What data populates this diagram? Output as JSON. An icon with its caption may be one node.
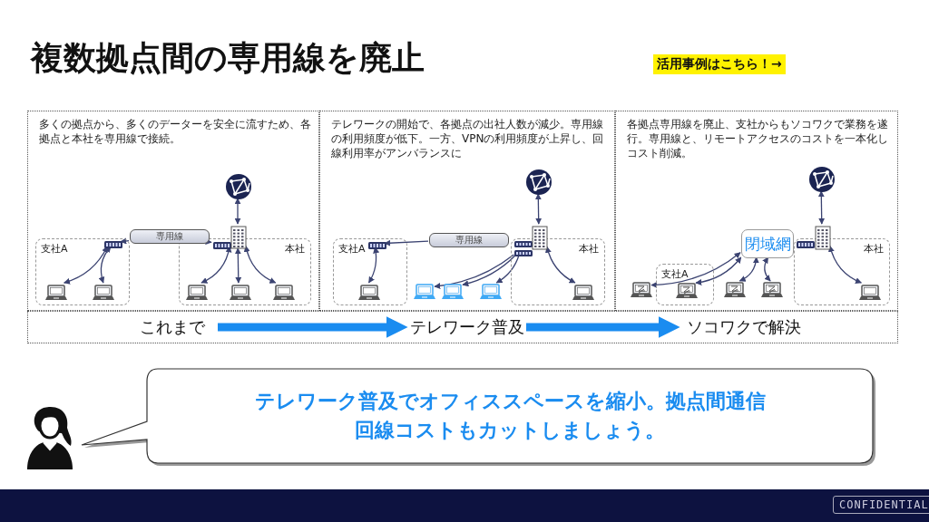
{
  "diagram": {
    "title": "複数拠点間の専用線を廃止",
    "nodes": [
      {
        "text": [
          "多くの拠点から、多くのデーターを安全に流すため、各拠点と本社を専用線で接続。"
        ]
      },
      {
        "text": [
          "支社A"
        ],
        "in": 0
      },
      {
        "text": [
          "本社"
        ],
        "in": 0
      },
      {
        "text": [],
        "shape": "picture",
        "in": 0
      },
      {
        "text": [],
        "shape": "picture",
        "in": 0
      },
      {
        "text": [
          "専用線"
        ],
        "in": 0
      },
      {
        "text": [],
        "shape": "picture",
        "in": 1
      },
      {
        "text": [],
        "shape": "picture",
        "in": 2
      },
      {
        "text": [],
        "shape": "picture",
        "in": 1
      },
      {
        "text": [],
        "shape": "picture",
        "in": 1
      },
      {
        "text": [],
        "shape": "picture",
        "in": 2
      },
      {
        "text": [],
        "shape": "picture",
        "in": 2
      },
      {
        "text": [],
        "shape": "picture",
        "in": 2
      },
      {
        "text": [
          "テレワークの開始で、各拠点の出社人数が減少。専用線の利用頻度が低下。一方、VPNの利用頻度が上昇し、回線利用率がアンバランスに"
        ]
      },
      {
        "text": [
          "支社A"
        ],
        "in": 13
      },
      {
        "text": [
          "本社"
        ],
        "in": 13
      },
      {
        "text": [],
        "shape": "picture",
        "in": 13
      },
      {
        "text": [],
        "shape": "picture",
        "in": 13
      },
      {
        "text": [
          "専用線"
        ],
        "in": 13
      },
      {
        "text": [],
        "shape": "picture",
        "in": 14
      },
      {
        "text": [],
        "shape": "picture",
        "in": 15
      },
      {
        "text": [],
        "shape": "picture",
        "in": 15
      },
      {
        "text": [],
        "shape": "picture",
        "in": 14
      },
      {
        "text": [],
        "shape": "picture",
        "in": 13
      },
      {
        "text": [],
        "shape": "picture",
        "in": 13
      },
      {
        "text": [],
        "shape": "picture",
        "in": 13
      },
      {
        "text": [],
        "shape": "picture",
        "in": 15
      },
      {
        "text": [
          "各拠点専用線を廃止、支社からもソコワクで業務を遂行。専用線と、リモートアクセスのコストを一本化しコスト削減。"
        ]
      },
      {
        "text": [
          "閉域網"
        ],
        "in": 27
      },
      {
        "text": [
          "支社A"
        ],
        "in": 27
      },
      {
        "text": [
          "本社"
        ],
        "in": 27
      },
      {
        "text": [],
        "shape": "picture",
        "in": 27
      },
      {
        "text": [],
        "shape": "picture",
        "in": 27
      },
      {
        "text": [],
        "shape": "picture",
        "in": 30
      },
      {
        "text": [],
        "shape": "picture",
        "in": 27
      },
      {
        "text": [],
        "shape": "picture",
        "in": 29
      },
      {
        "text": [],
        "shape": "picture",
        "in": 27
      },
      {
        "text": [],
        "shape": "picture",
        "in": 27
      },
      {
        "text": [],
        "shape": "picture",
        "in": 30
      },
      {
        "text": [
          "これまで"
        ]
      },
      {
        "text": [
          "テレワーク普及"
        ]
      },
      {
        "text": [
          "ソコワクで解決"
        ]
      },
      {
        "text": [
          "テレワーク普及でオフィススペースを縮小。拠点間通信回線コストもカットしましょう。"
        ]
      }
    ],
    "edges": [
      {
        "from": 3,
        "to": 4,
        "arrow": "both"
      },
      {
        "from": 5,
        "to": 6,
        "arrow": "to"
      },
      {
        "from": 5,
        "to": 7,
        "arrow": "to"
      },
      {
        "from": 6,
        "to": 8,
        "arrow": "both"
      },
      {
        "from": 6,
        "to": 9,
        "arrow": "both"
      },
      {
        "from": 4,
        "to": 10,
        "arrow": "both"
      },
      {
        "from": 4,
        "to": 11,
        "arrow": "both"
      },
      {
        "from": 4,
        "to": 12,
        "arrow": "both"
      },
      {
        "from": 16,
        "to": 17,
        "arrow": "both"
      },
      {
        "from": 18,
        "to": 19,
        "arrow": "to"
      },
      {
        "from": 19,
        "to": 22,
        "arrow": "both"
      },
      {
        "from": 21,
        "to": 23,
        "arrow": "to"
      },
      {
        "from": 21,
        "to": 24,
        "arrow": "to"
      },
      {
        "from": 21,
        "to": 25,
        "arrow": "to"
      },
      {
        "from": 17,
        "to": 26,
        "arrow": "both"
      },
      {
        "from": 31,
        "to": 32,
        "arrow": "both"
      },
      {
        "from": 28,
        "to": 34,
        "arrow": "both"
      },
      {
        "from": 28,
        "to": 35,
        "arrow": "both"
      },
      {
        "from": 28,
        "to": 36,
        "arrow": "both"
      },
      {
        "from": 28,
        "to": 37,
        "arrow": "both"
      },
      {
        "from": 32,
        "to": 38,
        "arrow": "both"
      },
      {
        "from": 39,
        "to": 40,
        "arrow": "to",
        "style": "thick",
        "color": "#1a8cf0"
      },
      {
        "from": 40,
        "to": 41,
        "arrow": "to",
        "style": "thick",
        "color": "#1a8cf0"
      }
    ],
    "labels": [
      "活用事例はこちら！→",
      "CONFIDENTIAL"
    ]
  }
}
